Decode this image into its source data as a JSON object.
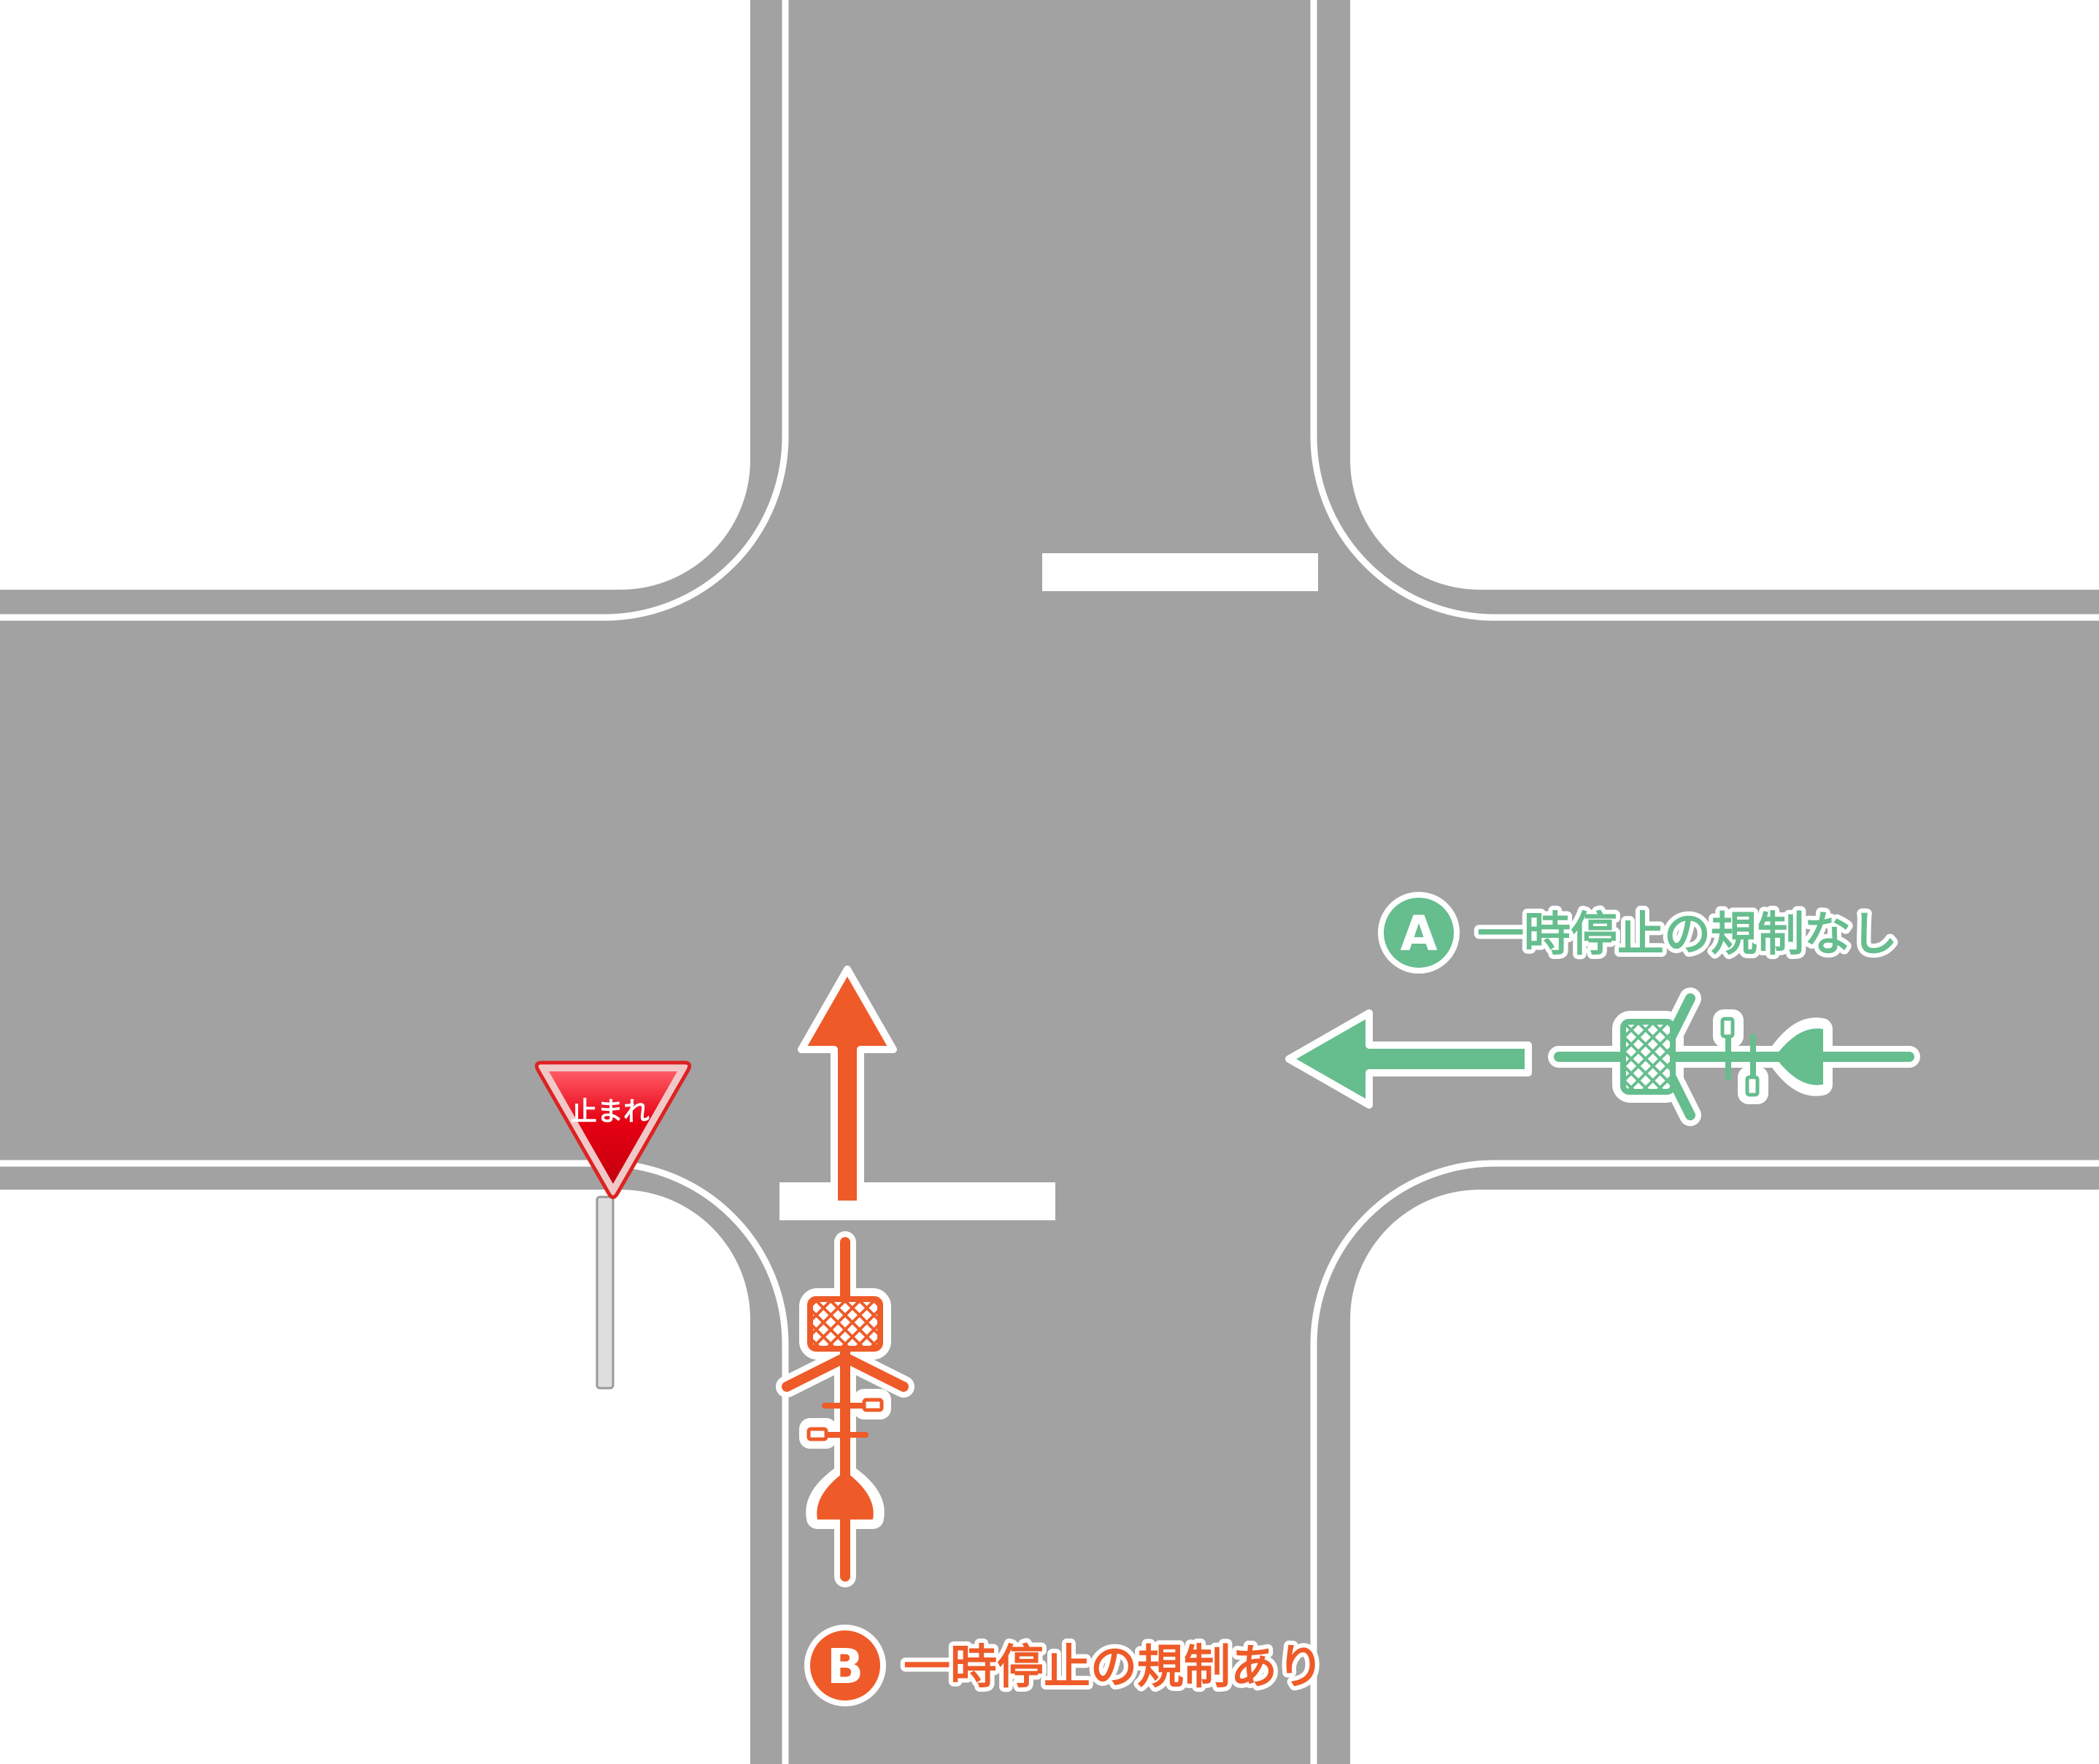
{
  "colors": {
    "road": "#a2a2a2",
    "line": "#ffffff",
    "cyclist_a": "#66bd8e",
    "cyclist_b": "#ee5b28",
    "sign_red": "#e60012",
    "sign_border": "#f1c8c8",
    "pole": "#c8c8c8"
  },
  "stop_sign": {
    "text": "止まれ"
  },
  "cyclist_a": {
    "badge": "A",
    "label": "一時停止の規制なし",
    "direction": "left"
  },
  "cyclist_b": {
    "badge": "B",
    "label": "一時停止の規制あり",
    "direction": "up"
  }
}
